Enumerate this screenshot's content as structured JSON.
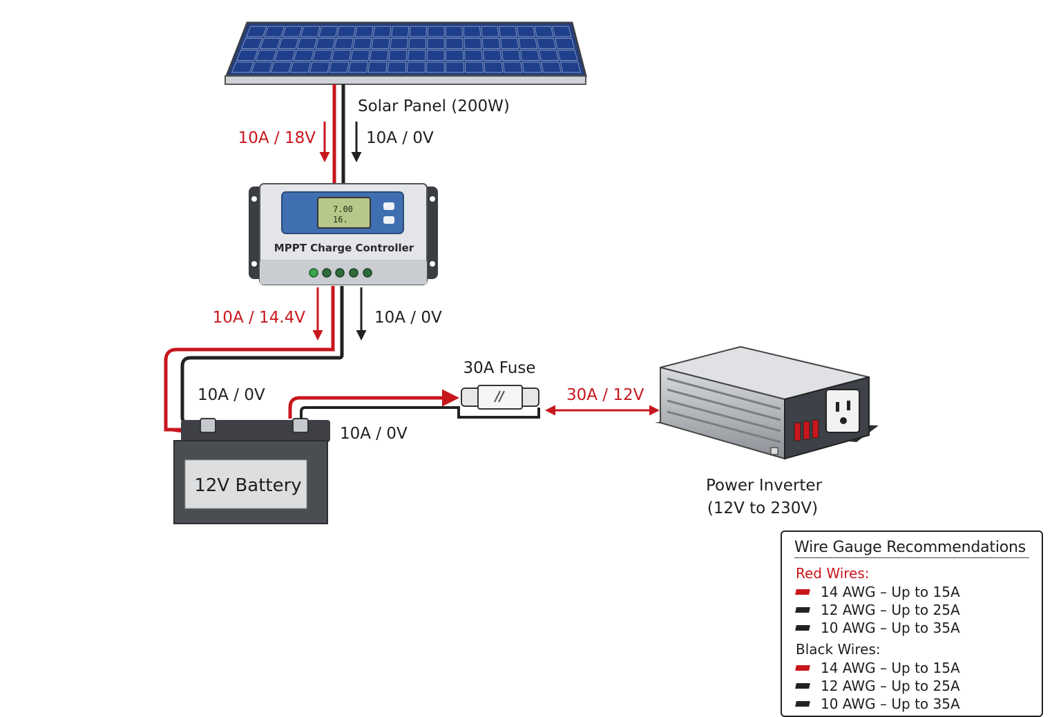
{
  "components": {
    "solar_panel": "Solar Panel (200W)",
    "charge_controller": "MPPT Charge Controller",
    "lcd_line1": "7.00",
    "lcd_line2": "16.",
    "battery": "12V Battery",
    "fuse": "30A Fuse",
    "inverter_line1": "Power Inverter",
    "inverter_line2": "(12V to 230V)"
  },
  "wire_labels": {
    "panel_pos": "10A / 18V",
    "panel_neg": "10A / 0V",
    "cc_pos": "10A / 14.4V",
    "cc_neg": "10A / 0V",
    "battery_neg_in": "10A / 0V",
    "battery_neg_out": "10A / 0V",
    "inverter": "30A / 12V"
  },
  "legend": {
    "title": "Wire Gauge Recommendations",
    "red_title": "Red Wires:",
    "red_items": [
      "14 AWG – Up to 15A",
      "12 AWG – Up to 25A",
      "10 AWG – Up to 35A"
    ],
    "black_title": "Black Wires:",
    "black_items": [
      "14 AWG – Up to 15A",
      "12 AWG – Up to 25A",
      "10 AWG – Up to 35A"
    ]
  },
  "colors": {
    "red_wire": "#c8161d",
    "black_wire": "#222222",
    "panel_cell": "#1f3f8a",
    "controller_face": "#3f6fb0",
    "lcd": "#b7c98a"
  }
}
